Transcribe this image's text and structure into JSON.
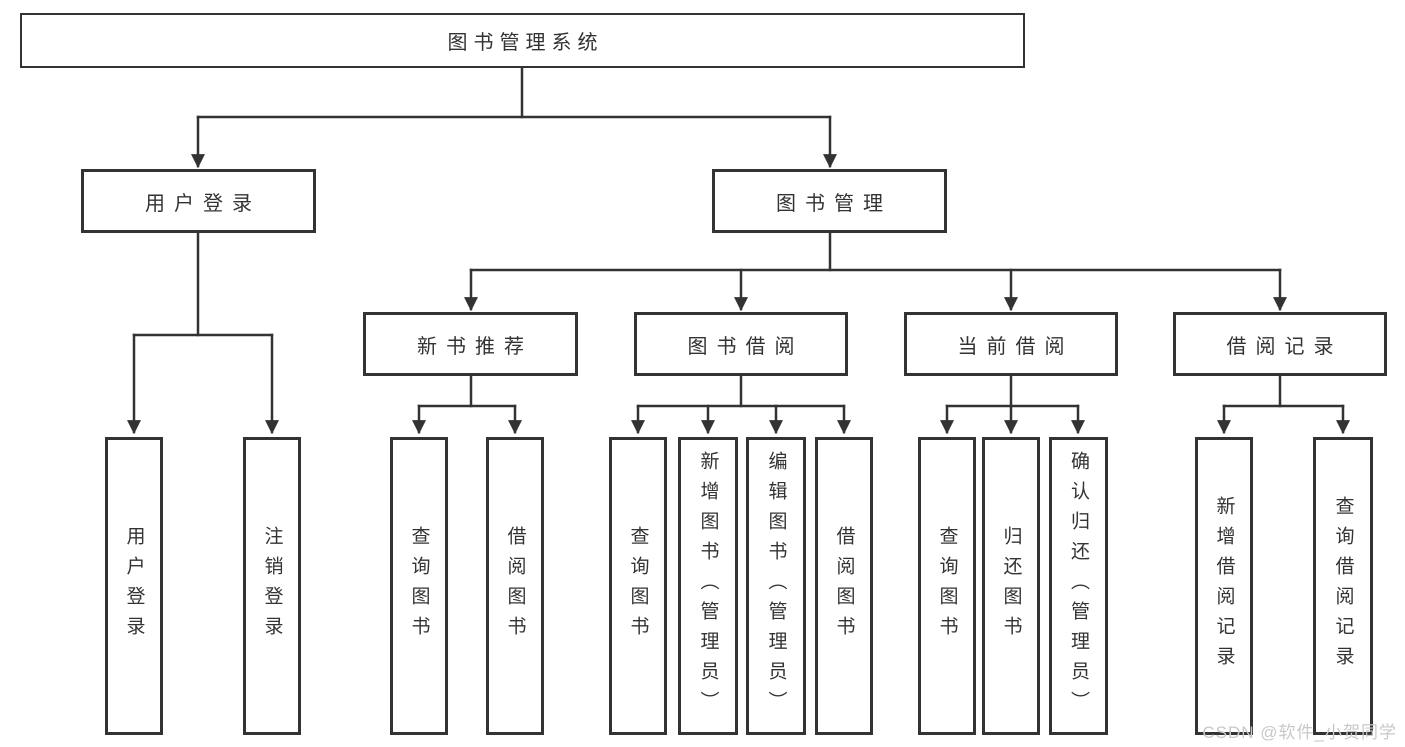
{
  "diagram": {
    "root": {
      "label": "图书管理系统"
    },
    "level2": [
      {
        "label": "用户登录",
        "children": [
          {
            "label": "用户登录"
          },
          {
            "label": "注销登录"
          }
        ]
      },
      {
        "label": "图书管理",
        "children": [
          {
            "label": "新书推荐",
            "children": [
              {
                "label": "查询图书"
              },
              {
                "label": "借阅图书"
              }
            ]
          },
          {
            "label": "图书借阅",
            "children": [
              {
                "label": "查询图书"
              },
              {
                "label": "新增图书（管理员）"
              },
              {
                "label": "编辑图书（管理员）"
              },
              {
                "label": "借阅图书"
              }
            ]
          },
          {
            "label": "当前借阅",
            "children": [
              {
                "label": "查询图书"
              },
              {
                "label": "归还图书"
              },
              {
                "label": "确认归还（管理员）"
              }
            ]
          },
          {
            "label": "借阅记录",
            "children": [
              {
                "label": "新增借阅记录"
              },
              {
                "label": "查询借阅记录"
              }
            ]
          }
        ]
      }
    ]
  },
  "watermark": {
    "text": "CSDN @软件_小贺同学"
  },
  "colors": {
    "line": "#333333",
    "text": "#333333",
    "background": "#ffffff",
    "watermark": "#c8c8c8"
  }
}
